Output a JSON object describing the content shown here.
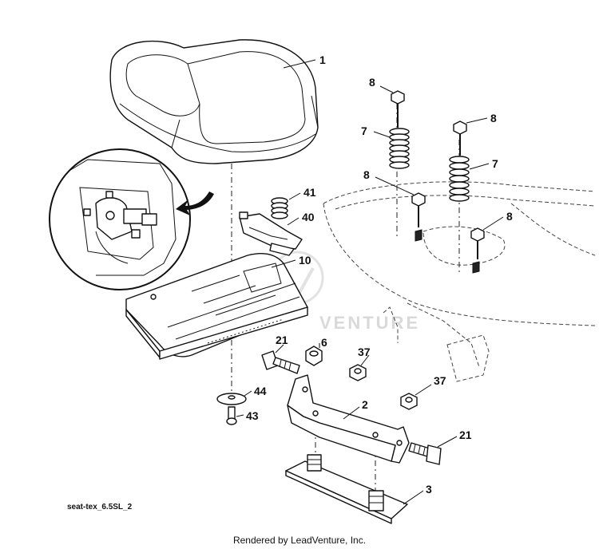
{
  "diagram": {
    "code": "seat-tex_6.5SL_2",
    "footer": "Rendered by LeadVenture, Inc.",
    "watermark": "VENTURE"
  },
  "callouts": {
    "seat": "1",
    "bracket": "2",
    "seat_mount_plate": "3",
    "nut_6": "6",
    "spring_left": "7",
    "spring_right": "7",
    "bolt_top_left": "8",
    "bolt_top_right": "8",
    "bolt_mid_left": "8",
    "bolt_mid_right": "8",
    "pan": "10",
    "bolt_21_left": "21",
    "bolt_21_right": "21",
    "nut_37_top": "37",
    "nut_37_bottom": "37",
    "seat_switch": "40",
    "switch_spring": "41",
    "washer": "44",
    "knob_screw": "43"
  }
}
